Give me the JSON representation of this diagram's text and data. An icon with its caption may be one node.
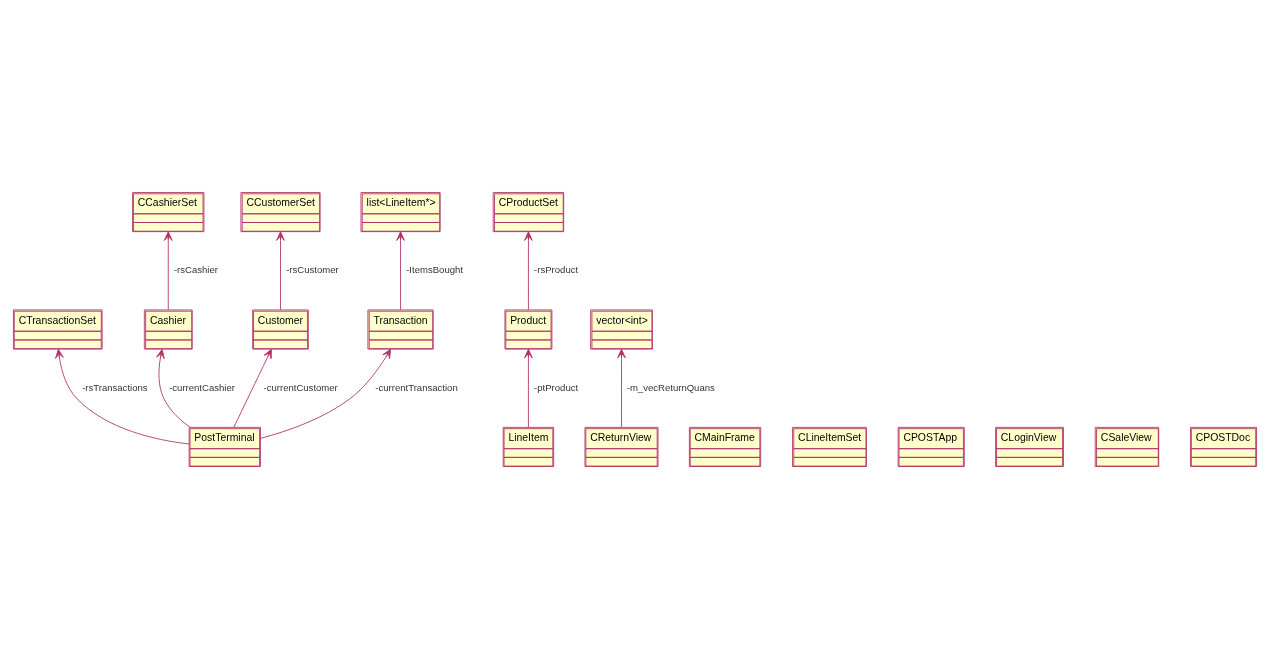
{
  "diagram": {
    "nodes": [
      {
        "text": [
          "CCashierSet"
        ]
      },
      {
        "text": [
          "CCustomerSet"
        ]
      },
      {
        "text": [
          "list<LineItem*>"
        ]
      },
      {
        "text": [
          "CProductSet"
        ]
      },
      {
        "text": [
          "vector<int>"
        ]
      },
      {
        "text": [
          "CTransactionSet"
        ]
      },
      {
        "text": [
          "Cashier"
        ]
      },
      {
        "text": [
          "Customer"
        ]
      },
      {
        "text": [
          "Transaction"
        ]
      },
      {
        "text": [
          "Product"
        ]
      },
      {
        "text": [
          "CReturnView"
        ]
      },
      {
        "text": [
          "PostTerminal"
        ]
      },
      {
        "text": [
          "LineItem"
        ]
      },
      {
        "text": [
          "CMainFrame"
        ]
      },
      {
        "text": [
          "CLineItemSet"
        ]
      },
      {
        "text": [
          "CPOSTApp"
        ]
      },
      {
        "text": [
          "CLoginView"
        ]
      },
      {
        "text": [
          "CSaleView"
        ]
      },
      {
        "text": [
          "CPOSTDoc"
        ]
      }
    ],
    "edges": [
      {
        "from": 6,
        "to": 0,
        "arrow": "to",
        "label": "-rsCashier"
      },
      {
        "from": 7,
        "to": 1,
        "arrow": "to",
        "label": "-rsCustomer"
      },
      {
        "from": 8,
        "to": 2,
        "arrow": "to",
        "label": "-ItemsBought"
      },
      {
        "from": 9,
        "to": 3,
        "arrow": "to",
        "label": "-rsProduct"
      },
      {
        "from": 10,
        "to": 4,
        "arrow": "to",
        "label": "-m_vecReturnQuans"
      },
      {
        "from": 11,
        "to": 5,
        "arrow": "to",
        "label": "-rsTransactions"
      },
      {
        "from": 11,
        "to": 6,
        "arrow": "to",
        "label": "-currentCashier"
      },
      {
        "from": 11,
        "to": 7,
        "arrow": "to",
        "label": "-currentCustomer"
      },
      {
        "from": 11,
        "to": 8,
        "arrow": "to",
        "label": "-currentTransaction"
      },
      {
        "from": 12,
        "to": 9,
        "arrow": "to",
        "label": "-ptProduct"
      }
    ]
  }
}
